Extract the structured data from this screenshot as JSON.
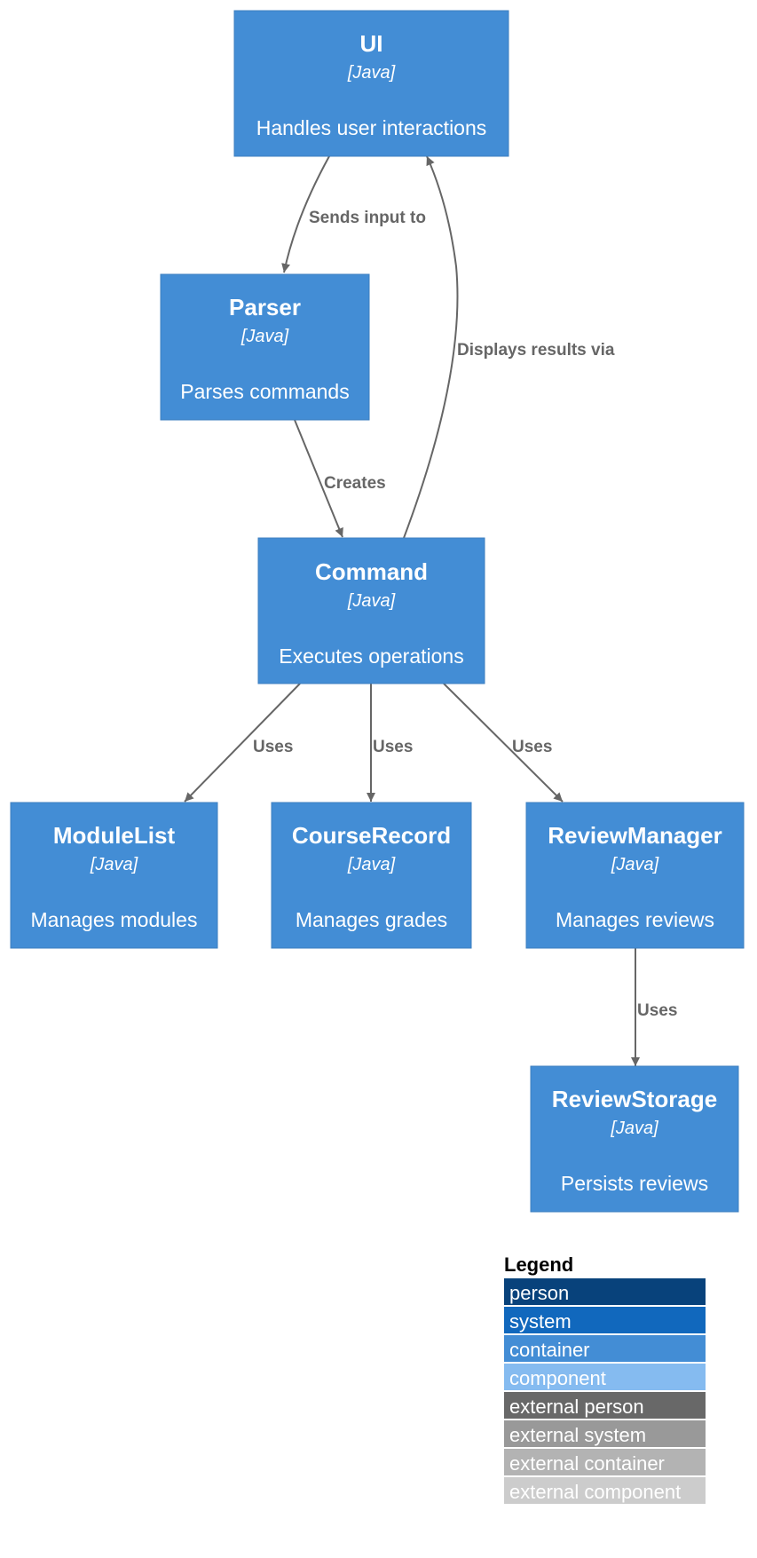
{
  "colors": {
    "container_fill": "#438dd5",
    "container_stroke": "#3c7fc0",
    "edge": "#666666"
  },
  "nodes": [
    {
      "id": "ui",
      "title": "UI",
      "tech": "[Java]",
      "description": "Handles user interactions"
    },
    {
      "id": "parser",
      "title": "Parser",
      "tech": "[Java]",
      "description": "Parses commands"
    },
    {
      "id": "command",
      "title": "Command",
      "tech": "[Java]",
      "description": "Executes operations"
    },
    {
      "id": "modulelist",
      "title": "ModuleList",
      "tech": "[Java]",
      "description": "Manages modules"
    },
    {
      "id": "courserecord",
      "title": "CourseRecord",
      "tech": "[Java]",
      "description": "Manages grades"
    },
    {
      "id": "reviewmanager",
      "title": "ReviewManager",
      "tech": "[Java]",
      "description": "Manages reviews"
    },
    {
      "id": "reviewstorage",
      "title": "ReviewStorage",
      "tech": "[Java]",
      "description": "Persists reviews"
    }
  ],
  "edges": [
    {
      "from": "ui",
      "to": "parser",
      "label": "Sends input to"
    },
    {
      "from": "parser",
      "to": "command",
      "label": "Creates"
    },
    {
      "from": "command",
      "to": "ui",
      "label": "Displays results via"
    },
    {
      "from": "command",
      "to": "modulelist",
      "label": "Uses"
    },
    {
      "from": "command",
      "to": "courserecord",
      "label": "Uses"
    },
    {
      "from": "command",
      "to": "reviewmanager",
      "label": "Uses"
    },
    {
      "from": "reviewmanager",
      "to": "reviewstorage",
      "label": "Uses"
    }
  ],
  "legend": {
    "title": "Legend",
    "items": [
      {
        "label": "person",
        "color": "#08427b"
      },
      {
        "label": "system",
        "color": "#1168bd"
      },
      {
        "label": "container",
        "color": "#438dd5"
      },
      {
        "label": "component",
        "color": "#85bbf0"
      },
      {
        "label": "external person",
        "color": "#686868"
      },
      {
        "label": "external system",
        "color": "#999999"
      },
      {
        "label": "external container",
        "color": "#b3b3b3"
      },
      {
        "label": "external component",
        "color": "#cccccc"
      }
    ]
  }
}
